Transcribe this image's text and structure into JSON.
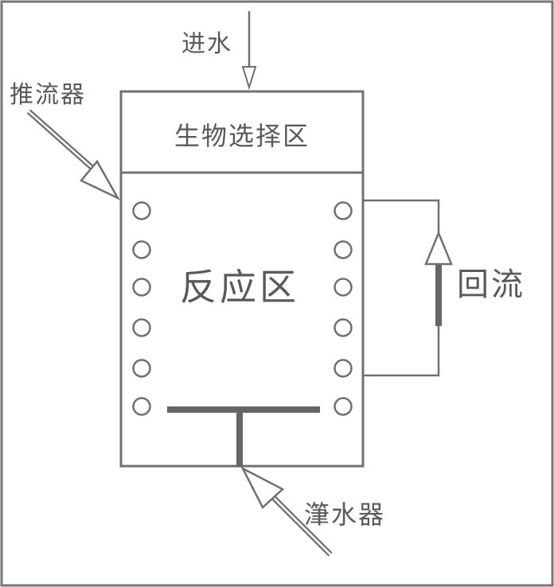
{
  "labels": {
    "inlet": "进水",
    "pusher": "推流器",
    "selector_zone": "生物选择区",
    "reaction_zone": "反应区",
    "reflux": "回流",
    "aerator": "潷水器"
  },
  "colors": {
    "stroke": "#707070",
    "heavy": "#666666",
    "text": "#5a5a5a",
    "background": "#ffffff"
  }
}
